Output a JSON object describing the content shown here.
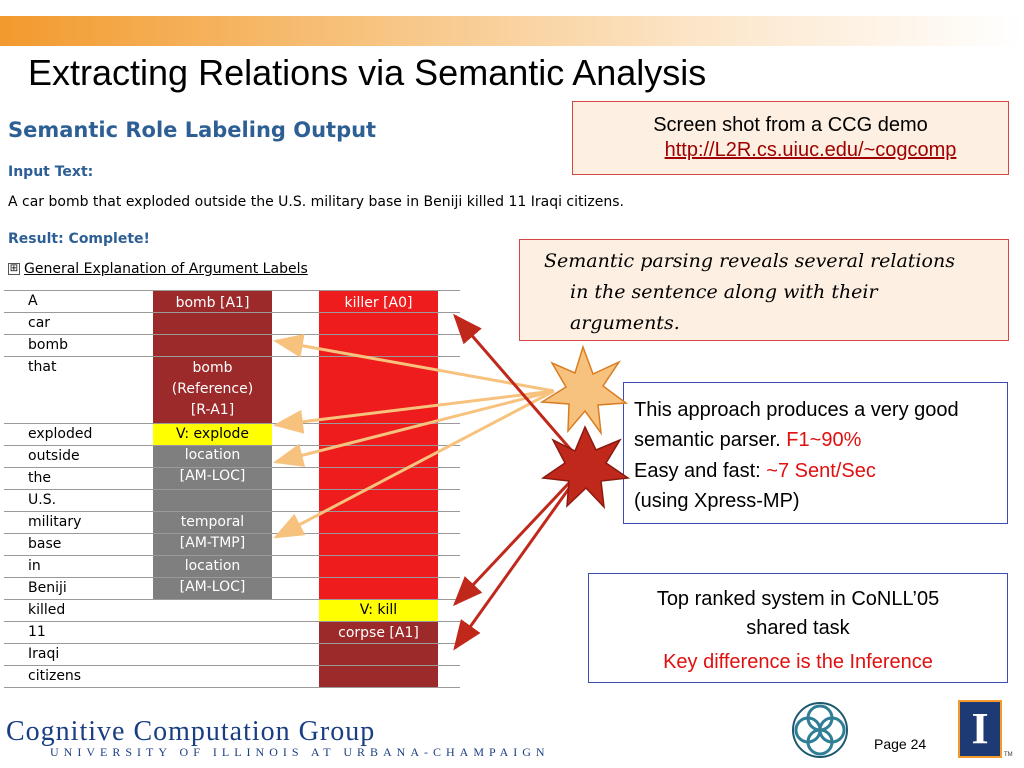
{
  "title": "Extracting Relations via Semantic Analysis",
  "srl": {
    "heading": "Semantic Role Labeling Output",
    "input_label": "Input Text:",
    "sentence": "A car bomb that exploded outside the U.S. military base in Beniji killed 11 Iraqi citizens.",
    "result_label": "Result: Complete!",
    "expl_icon": "⊞",
    "explanation_link": "General Explanation of Argument Labels",
    "words": [
      "A",
      "car",
      "bomb",
      "that",
      "exploded",
      "outside",
      "the",
      "U.S.",
      "military",
      "base",
      "in",
      "Beniji",
      "killed",
      "11",
      "Iraqi",
      "citizens"
    ],
    "col1": {
      "bomb_a1": "bomb [A1]",
      "ref_line1": "bomb",
      "ref_line2": "(Reference)",
      "ref_line3": "[R-A1]",
      "v_explode": "V: explode",
      "loc1_line1": "location",
      "loc1_line2": "[AM-LOC]",
      "temp_line1": "temporal",
      "temp_line2": "[AM-TMP]",
      "loc2_line1": "location",
      "loc2_line2": "[AM-LOC]"
    },
    "col2": {
      "killer": "killer [A0]",
      "v_kill": "V: kill",
      "corpse": "corpse [A1]"
    },
    "colors": {
      "dark_red": "#9c2a2a",
      "bright_red": "#ee1c1c",
      "yellow": "#ffff00",
      "gray": "#7f7f7f"
    }
  },
  "ccg_box": {
    "line1": "Screen shot from a CCG demo",
    "link": "http://L2R.cs.uiuc.edu/~cogcomp"
  },
  "parsing_box": {
    "line1": "Semantic parsing reveals  several relations",
    "line2": "in the sentence along with their",
    "line3": "arguments."
  },
  "approach_box": {
    "p1_text": "This approach produces a very good semantic parser. ",
    "p1_red": "F1~90%",
    "p2_text": "Easy and fast: ",
    "p2_red": "~7 Sent/Sec",
    "p3": "(using Xpress-MP)"
  },
  "conll_box": {
    "line1": "Top ranked system in CoNLL’05",
    "line2": "shared task",
    "line3": "Key difference is the Inference"
  },
  "footer": {
    "logo_main": "Cognitive Computation Group",
    "logo_sub": "UNIVERSITY OF ILLINOIS AT URBANA-CHAMPAIGN",
    "page": "Page 24",
    "illinois_letter": "I",
    "tm": "TM"
  },
  "theme": {
    "accent_orange": "#f29a2e",
    "blue_heading": "#2d5f95",
    "red_text": "#e01010"
  }
}
